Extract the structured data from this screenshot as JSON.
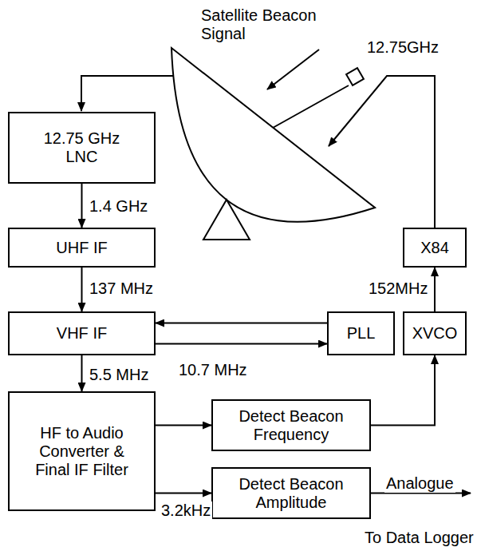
{
  "diagram": {
    "nodes": [
      {
        "text": [
          "12.75 GHz LNC"
        ]
      },
      {
        "text": [
          "UHF IF"
        ]
      },
      {
        "text": [
          "X84"
        ]
      },
      {
        "text": [
          "VHF IF"
        ]
      },
      {
        "text": [
          "PLL"
        ]
      },
      {
        "text": [
          "XVCO"
        ]
      },
      {
        "text": [
          "HF to Audio Converter & Final IF Filter"
        ]
      },
      {
        "text": [
          "Detect Beacon Frequency"
        ]
      },
      {
        "text": [
          "Detect Beacon Amplitude"
        ]
      }
    ],
    "edges": [
      {
        "from": 0,
        "to": 1,
        "label": "1.4 GHz",
        "arrow": "to"
      },
      {
        "from": 1,
        "to": 3,
        "label": "137 MHz",
        "arrow": "to"
      },
      {
        "from": 4,
        "to": 3,
        "arrow": "to"
      },
      {
        "from": 3,
        "to": 4,
        "label": "10.7 MHz",
        "arrow": "to"
      },
      {
        "from": 3,
        "to": 6,
        "label": "5.5 MHz",
        "arrow": "to"
      },
      {
        "from": 6,
        "to": 7,
        "arrow": "to"
      },
      {
        "from": 7,
        "to": 5,
        "arrow": "to"
      },
      {
        "from": 5,
        "to": 2,
        "label": "152MHz",
        "arrow": "to"
      },
      {
        "from": 6,
        "to": 8,
        "label": "3.2kHz",
        "arrow": "to"
      }
    ],
    "labels": [
      "Satellite Beacon Signal",
      "12.75GHz",
      "Analogue",
      "To Data Logger"
    ]
  }
}
